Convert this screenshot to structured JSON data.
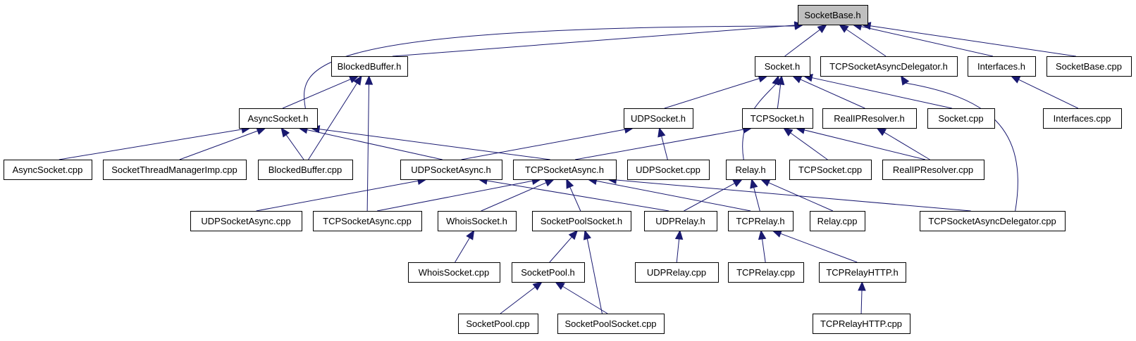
{
  "diagram": {
    "root": "socketbase_h",
    "nodes": [
      {
        "id": "socketbase_h",
        "label": "SocketBase.h"
      },
      {
        "id": "blockedbuffer_h",
        "label": "BlockedBuffer.h"
      },
      {
        "id": "socket_h",
        "label": "Socket.h"
      },
      {
        "id": "tcpsocketasyncdelegator_h",
        "label": "TCPSocketAsyncDelegator.h"
      },
      {
        "id": "interfaces_h",
        "label": "Interfaces.h"
      },
      {
        "id": "socketbase_cpp",
        "label": "SocketBase.cpp"
      },
      {
        "id": "asyncsocket_h",
        "label": "AsyncSocket.h"
      },
      {
        "id": "udpsocket_h",
        "label": "UDPSocket.h"
      },
      {
        "id": "tcpsocket_h",
        "label": "TCPSocket.h"
      },
      {
        "id": "realipresolver_h",
        "label": "RealIPResolver.h"
      },
      {
        "id": "socket_cpp",
        "label": "Socket.cpp"
      },
      {
        "id": "interfaces_cpp",
        "label": "Interfaces.cpp"
      },
      {
        "id": "asyncsocket_cpp",
        "label": "AsyncSocket.cpp"
      },
      {
        "id": "socketthreadmanagerimp_cpp",
        "label": "SocketThreadManagerImp.cpp"
      },
      {
        "id": "blockedbuffer_cpp",
        "label": "BlockedBuffer.cpp"
      },
      {
        "id": "udpsocketasync_h",
        "label": "UDPSocketAsync.h"
      },
      {
        "id": "tcpsocketasync_h",
        "label": "TCPSocketAsync.h"
      },
      {
        "id": "udpsocket_cpp",
        "label": "UDPSocket.cpp"
      },
      {
        "id": "relay_h",
        "label": "Relay.h"
      },
      {
        "id": "tcpsocket_cpp",
        "label": "TCPSocket.cpp"
      },
      {
        "id": "realipresolver_cpp",
        "label": "RealIPResolver.cpp"
      },
      {
        "id": "udpsocketasync_cpp",
        "label": "UDPSocketAsync.cpp"
      },
      {
        "id": "tcpsocketasync_cpp",
        "label": "TCPSocketAsync.cpp"
      },
      {
        "id": "whoissocket_h",
        "label": "WhoisSocket.h"
      },
      {
        "id": "socketpoolsocket_h",
        "label": "SocketPoolSocket.h"
      },
      {
        "id": "udprelay_h",
        "label": "UDPRelay.h"
      },
      {
        "id": "tcprelay_h",
        "label": "TCPRelay.h"
      },
      {
        "id": "relay_cpp",
        "label": "Relay.cpp"
      },
      {
        "id": "tcpsocketasyncdelegator_cpp",
        "label": "TCPSocketAsyncDelegator.cpp"
      },
      {
        "id": "whoissocket_cpp",
        "label": "WhoisSocket.cpp"
      },
      {
        "id": "socketpool_h",
        "label": "SocketPool.h"
      },
      {
        "id": "udprelay_cpp",
        "label": "UDPRelay.cpp"
      },
      {
        "id": "tcprelay_cpp",
        "label": "TCPRelay.cpp"
      },
      {
        "id": "tcprelayhttp_h",
        "label": "TCPRelayHTTP.h"
      },
      {
        "id": "socketpool_cpp",
        "label": "SocketPool.cpp"
      },
      {
        "id": "socketpoolsocket_cpp",
        "label": "SocketPoolSocket.cpp"
      },
      {
        "id": "tcprelayhttp_cpp",
        "label": "TCPRelayHTTP.cpp"
      }
    ],
    "edges": [
      {
        "from": "asyncsocket_h",
        "to": "socketbase_h"
      },
      {
        "from": "blockedbuffer_h",
        "to": "socketbase_h"
      },
      {
        "from": "socket_h",
        "to": "socketbase_h"
      },
      {
        "from": "tcpsocketasyncdelegator_h",
        "to": "socketbase_h"
      },
      {
        "from": "interfaces_h",
        "to": "socketbase_h"
      },
      {
        "from": "socketbase_cpp",
        "to": "socketbase_h"
      },
      {
        "from": "asyncsocket_h",
        "to": "blockedbuffer_h"
      },
      {
        "from": "blockedbuffer_cpp",
        "to": "blockedbuffer_h"
      },
      {
        "from": "tcpsocketasync_cpp",
        "to": "blockedbuffer_h"
      },
      {
        "from": "udpsocket_h",
        "to": "socket_h"
      },
      {
        "from": "tcpsocket_h",
        "to": "socket_h"
      },
      {
        "from": "realipresolver_h",
        "to": "socket_h"
      },
      {
        "from": "socket_cpp",
        "to": "socket_h"
      },
      {
        "from": "relay_h",
        "to": "socket_h"
      },
      {
        "from": "tcpsocketasyncdelegator_cpp",
        "to": "tcpsocketasyncdelegator_h"
      },
      {
        "from": "interfaces_cpp",
        "to": "interfaces_h"
      },
      {
        "from": "asyncsocket_cpp",
        "to": "asyncsocket_h"
      },
      {
        "from": "socketthreadmanagerimp_cpp",
        "to": "asyncsocket_h"
      },
      {
        "from": "blockedbuffer_cpp",
        "to": "asyncsocket_h"
      },
      {
        "from": "udpsocketasync_h",
        "to": "asyncsocket_h"
      },
      {
        "from": "tcpsocketasync_h",
        "to": "asyncsocket_h"
      },
      {
        "from": "udpsocketasync_h",
        "to": "udpsocket_h"
      },
      {
        "from": "udpsocket_cpp",
        "to": "udpsocket_h"
      },
      {
        "from": "tcpsocketasync_h",
        "to": "tcpsocket_h"
      },
      {
        "from": "tcpsocket_cpp",
        "to": "tcpsocket_h"
      },
      {
        "from": "realipresolver_cpp",
        "to": "tcpsocket_h"
      },
      {
        "from": "realipresolver_cpp",
        "to": "realipresolver_h"
      },
      {
        "from": "udpsocketasync_cpp",
        "to": "udpsocketasync_h"
      },
      {
        "from": "udprelay_h",
        "to": "udpsocketasync_h"
      },
      {
        "from": "tcpsocketasync_cpp",
        "to": "tcpsocketasync_h"
      },
      {
        "from": "whoissocket_h",
        "to": "tcpsocketasync_h"
      },
      {
        "from": "socketpoolsocket_h",
        "to": "tcpsocketasync_h"
      },
      {
        "from": "tcprelay_h",
        "to": "tcpsocketasync_h"
      },
      {
        "from": "tcpsocketasyncdelegator_cpp",
        "to": "tcpsocketasync_h"
      },
      {
        "from": "udprelay_h",
        "to": "relay_h"
      },
      {
        "from": "tcprelay_h",
        "to": "relay_h"
      },
      {
        "from": "relay_cpp",
        "to": "relay_h"
      },
      {
        "from": "whoissocket_cpp",
        "to": "whoissocket_h"
      },
      {
        "from": "socketpool_h",
        "to": "socketpoolsocket_h"
      },
      {
        "from": "socketpoolsocket_cpp",
        "to": "socketpoolsocket_h"
      },
      {
        "from": "udprelay_cpp",
        "to": "udprelay_h"
      },
      {
        "from": "tcprelay_cpp",
        "to": "tcprelay_h"
      },
      {
        "from": "tcprelayhttp_h",
        "to": "tcprelay_h"
      },
      {
        "from": "socketpool_cpp",
        "to": "socketpool_h"
      },
      {
        "from": "socketpoolsocket_cpp",
        "to": "socketpool_h"
      },
      {
        "from": "tcprelayhttp_cpp",
        "to": "tcprelayhttp_h"
      }
    ]
  }
}
